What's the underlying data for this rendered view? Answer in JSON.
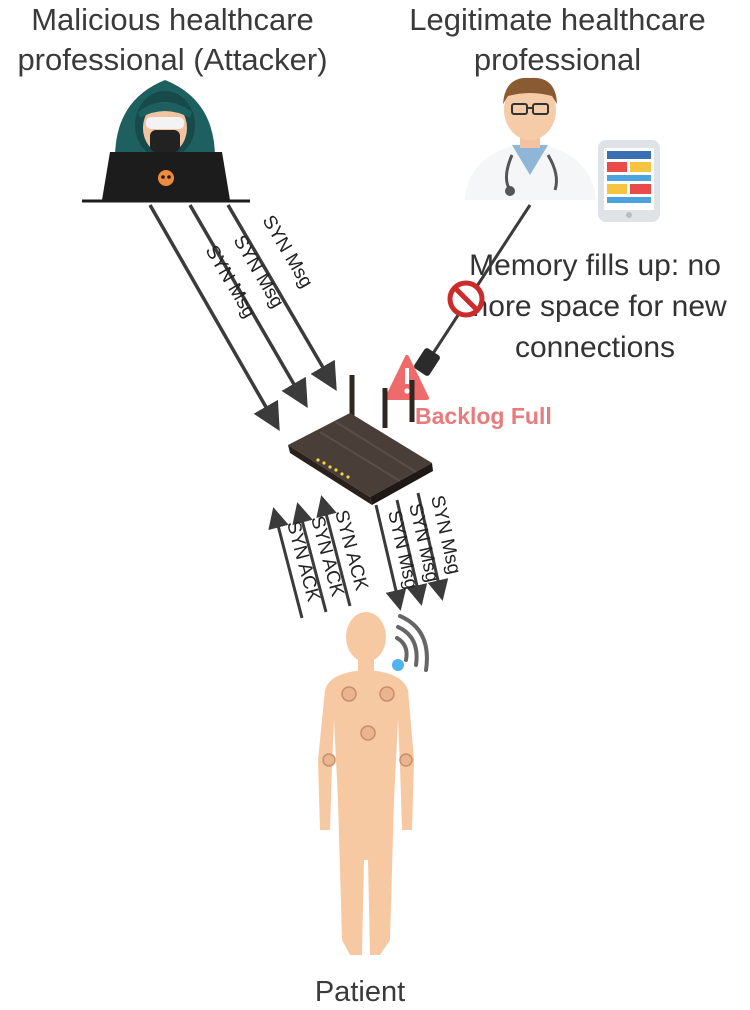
{
  "labels": {
    "attacker": "Malicious healthcare professional (Attacker)",
    "legitimate": "Legitimate healthcare professional",
    "memory_note": "Memory fills up: no more space for new connections",
    "backlog": "Backlog Full",
    "patient": "Patient"
  },
  "messages": {
    "attack": [
      "SYN Msg",
      "SYN Msg",
      "SYN Msg"
    ],
    "router_to_patient": [
      "SYN Msg",
      "SYN Msg",
      "SYN Msg"
    ],
    "patient_to_router": [
      "SYN ACK",
      "SYN ACK",
      "SYN ACK"
    ]
  },
  "icons": [
    "hacker-icon",
    "doctor-icon",
    "tablet-icon",
    "router-icon",
    "warning-icon",
    "no-entry-icon",
    "wifi-icon",
    "patient-body-icon",
    "sensor-icon",
    "skull-icon"
  ],
  "colors": {
    "arrow": "#3b3b3b",
    "warning": "#ef6b6b",
    "no_entry": "#cc2b2b",
    "skin": "#f7c9a3",
    "hoodie": "#1e5f5f",
    "router": "#3a302c",
    "sensor_dot": "#4fb3f0"
  }
}
